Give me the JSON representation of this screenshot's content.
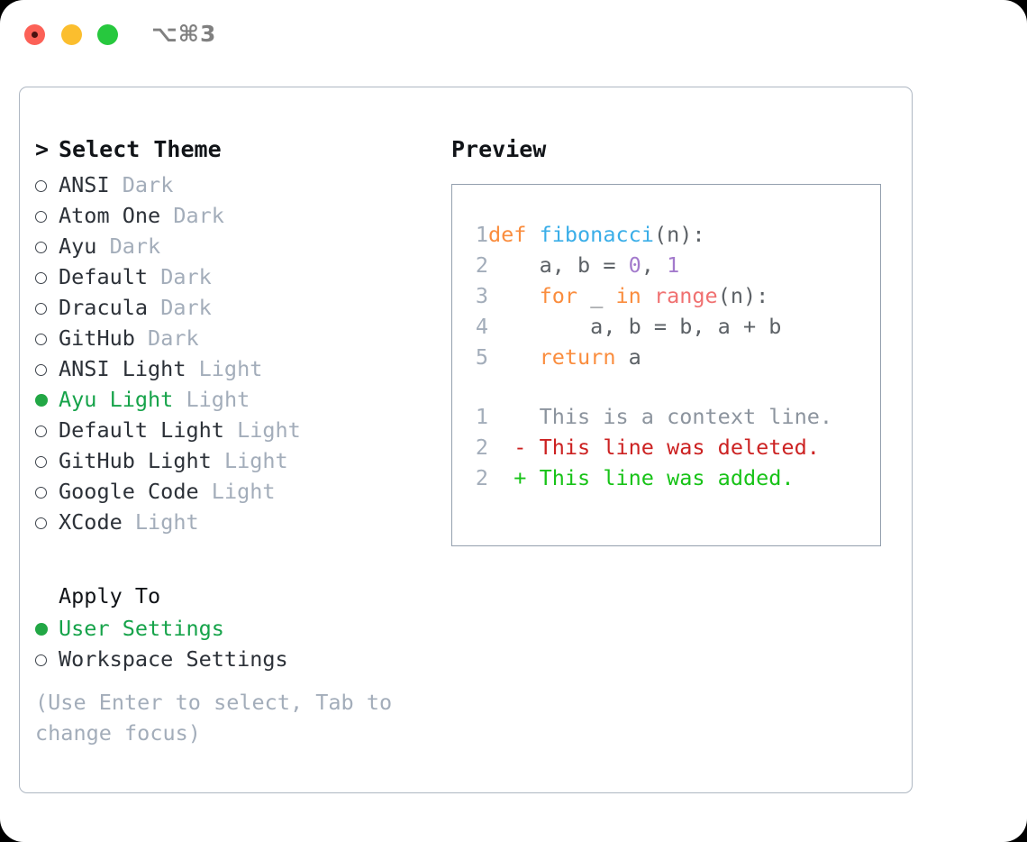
{
  "window": {
    "shortcut": "⌥⌘3",
    "traffic_lights": [
      "close-button",
      "minimize-button",
      "maximize-button"
    ]
  },
  "theme_picker": {
    "title": "Select Theme",
    "title_marker": ">",
    "bullet_selected": "●",
    "bullet_unselected": "○",
    "items": [
      {
        "name": "ANSI",
        "kind": "Dark",
        "selected": false
      },
      {
        "name": "Atom One",
        "kind": "Dark",
        "selected": false
      },
      {
        "name": "Ayu",
        "kind": "Dark",
        "selected": false
      },
      {
        "name": "Default",
        "kind": "Dark",
        "selected": false
      },
      {
        "name": "Dracula",
        "kind": "Dark",
        "selected": false
      },
      {
        "name": "GitHub",
        "kind": "Dark",
        "selected": false
      },
      {
        "name": "ANSI Light",
        "kind": "Light",
        "selected": false
      },
      {
        "name": "Ayu Light",
        "kind": "Light",
        "selected": true
      },
      {
        "name": "Default Light",
        "kind": "Light",
        "selected": false
      },
      {
        "name": "GitHub Light",
        "kind": "Light",
        "selected": false
      },
      {
        "name": "Google Code",
        "kind": "Light",
        "selected": false
      },
      {
        "name": "XCode",
        "kind": "Light",
        "selected": false
      }
    ]
  },
  "apply_to": {
    "title": "Apply To",
    "options": [
      {
        "label": "User Settings",
        "selected": true
      },
      {
        "label": "Workspace Settings",
        "selected": false
      }
    ]
  },
  "hint": "(Use Enter to select, Tab to change focus)",
  "preview": {
    "label": "Preview",
    "code_lines": [
      {
        "num": "1",
        "tokens": [
          {
            "t": "def ",
            "c": "kw"
          },
          {
            "t": "fibonacci",
            "c": "fn"
          },
          {
            "t": "(n):",
            "c": "txt"
          }
        ]
      },
      {
        "num": "2",
        "tokens": [
          {
            "t": "    a, b = ",
            "c": "txt"
          },
          {
            "t": "0",
            "c": "num"
          },
          {
            "t": ", ",
            "c": "txt"
          },
          {
            "t": "1",
            "c": "num"
          }
        ]
      },
      {
        "num": "3",
        "tokens": [
          {
            "t": "    ",
            "c": "txt"
          },
          {
            "t": "for",
            "c": "kw"
          },
          {
            "t": " _ ",
            "c": "txt"
          },
          {
            "t": "in",
            "c": "kw"
          },
          {
            "t": " ",
            "c": "txt"
          },
          {
            "t": "range",
            "c": "bi"
          },
          {
            "t": "(n):",
            "c": "txt"
          }
        ]
      },
      {
        "num": "4",
        "tokens": [
          {
            "t": "        a, b = b, a + b",
            "c": "txt"
          }
        ]
      },
      {
        "num": "5",
        "tokens": [
          {
            "t": "    ",
            "c": "txt"
          },
          {
            "t": "return",
            "c": "kw"
          },
          {
            "t": " a",
            "c": "txt"
          }
        ]
      }
    ],
    "diff_lines": [
      {
        "num": "1",
        "marker": " ",
        "text": " This is a context line.",
        "c": "ctx"
      },
      {
        "num": "2",
        "marker": "-",
        "text": " This line was deleted.",
        "c": "del"
      },
      {
        "num": "2",
        "marker": "+",
        "text": " This line was added.",
        "c": "add"
      }
    ]
  },
  "colors": {
    "keyword": "#FA8D3E",
    "function": "#3AAEE8",
    "builtin": "#F07171",
    "number": "#A37ACC",
    "text": "#5C6166",
    "context": "#8C949E",
    "deleted": "#CC2222",
    "added": "#18C318",
    "selected_green": "#16A34A",
    "muted": "#A3ADBA",
    "panel_border": "#AEB7C2",
    "preview_border": "#94A0AE"
  }
}
